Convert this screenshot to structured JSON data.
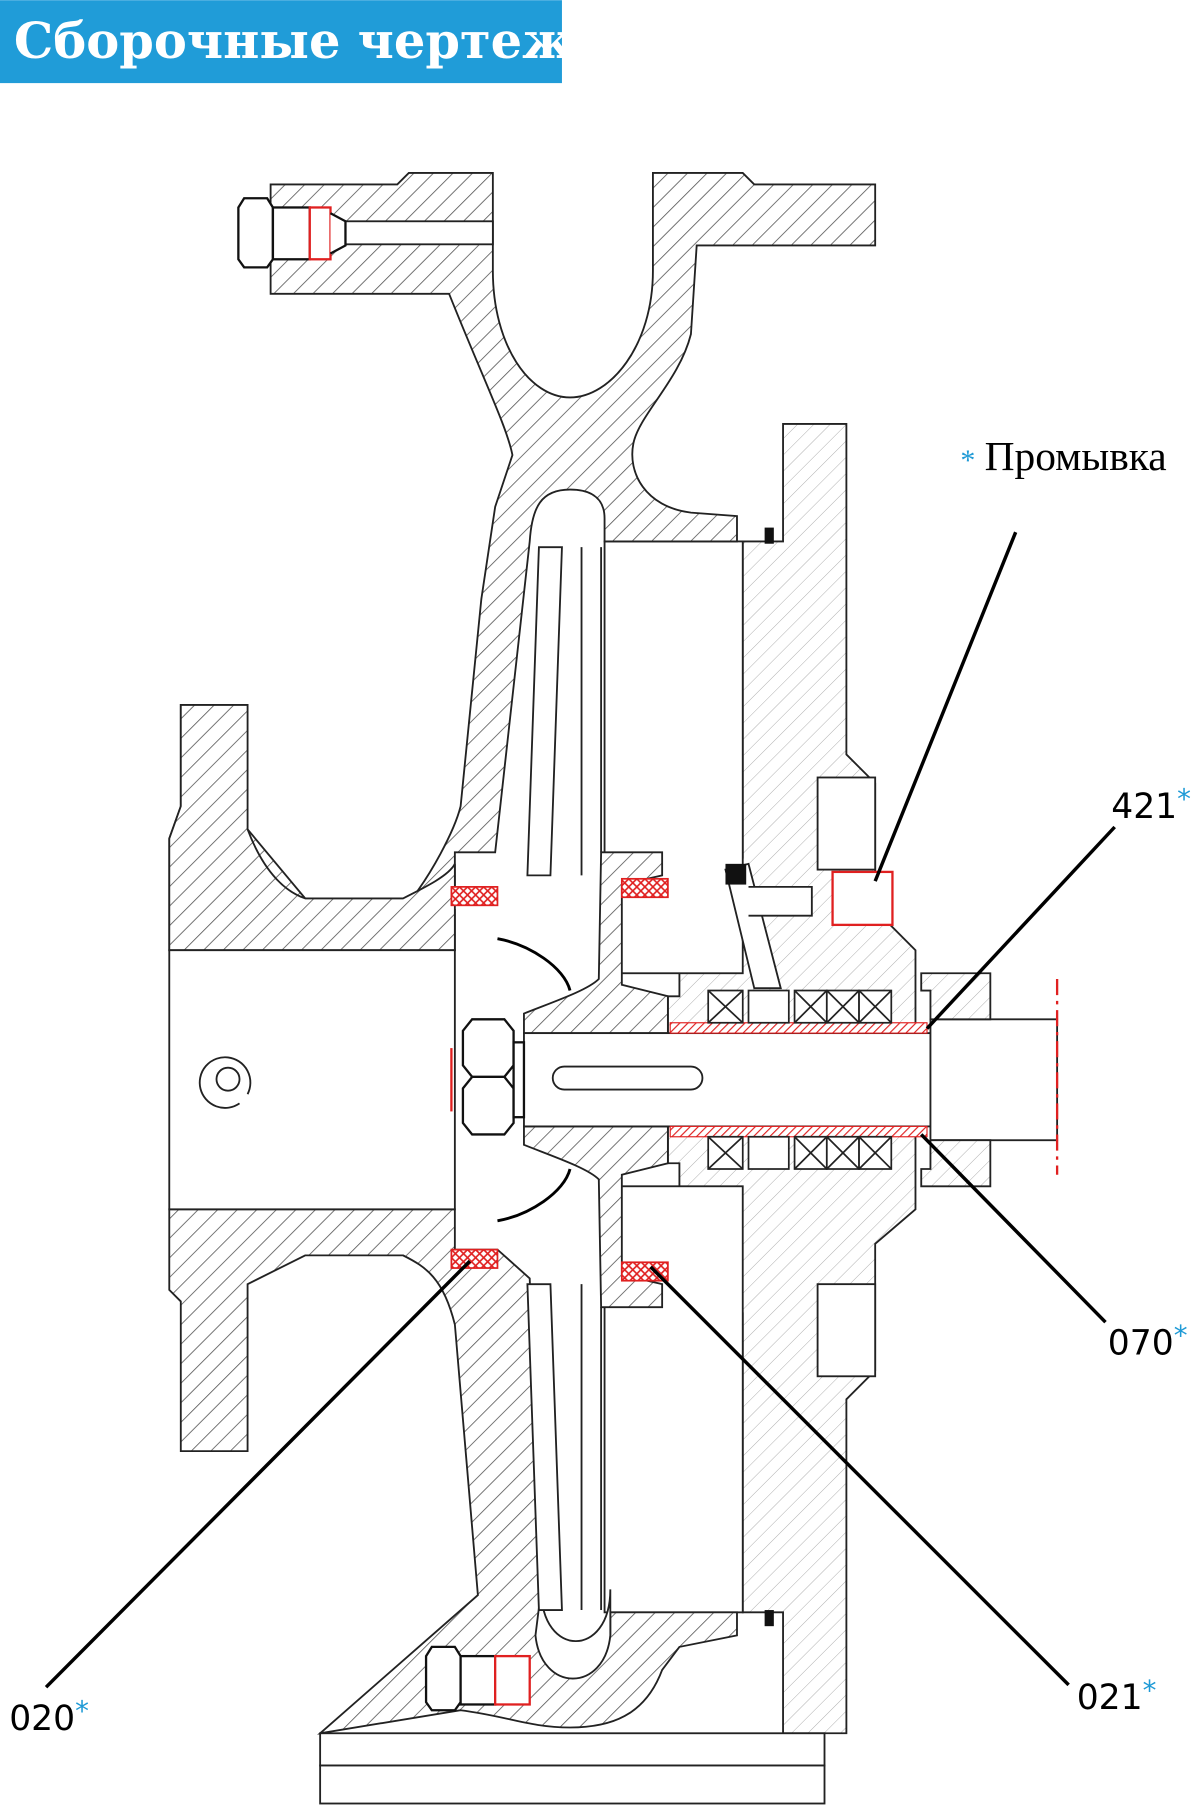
{
  "header": {
    "title": "Сборочные чертежи",
    "color": "#209cd8"
  },
  "callouts": {
    "flush": {
      "marker": "*",
      "label": "Промывка"
    },
    "p421": {
      "number": "421",
      "marker": "*"
    },
    "p070": {
      "number": "070",
      "marker": "*"
    },
    "p021": {
      "number": "021",
      "marker": "*"
    },
    "p020": {
      "number": "020",
      "marker": "*"
    }
  },
  "colors": {
    "accent": "#1e9ad6",
    "seal": "#e02020",
    "line": "#222222"
  }
}
